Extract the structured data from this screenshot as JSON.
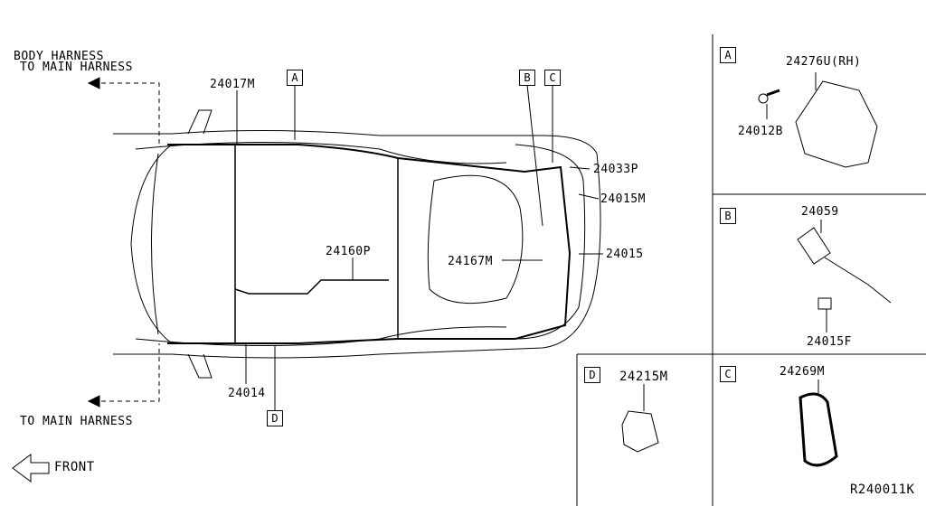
{
  "notes": {
    "body_harness": "BODY HARNESS",
    "to_main_top": "TO MAIN HARNESS",
    "to_main_bottom": "TO MAIN HARNESS",
    "front": "FRONT"
  },
  "callouts": {
    "a": "A",
    "b": "B",
    "c": "C",
    "d": "D"
  },
  "parts": {
    "p24017M": "24017M",
    "p24033P": "24033P",
    "p24015M": "24015M",
    "p24015": "24015",
    "p24167M": "24167M",
    "p24160P": "24160P",
    "p24014": "24014"
  },
  "panels": {
    "a": {
      "label": "A",
      "part1": "24276U(RH)",
      "part2": "24012B"
    },
    "b": {
      "label": "B",
      "part1": "24059",
      "part2": "24015F"
    },
    "c": {
      "label": "C",
      "part1": "24269M"
    },
    "d": {
      "label": "D",
      "part1": "24215M"
    }
  },
  "diagram_code": "R240011K"
}
